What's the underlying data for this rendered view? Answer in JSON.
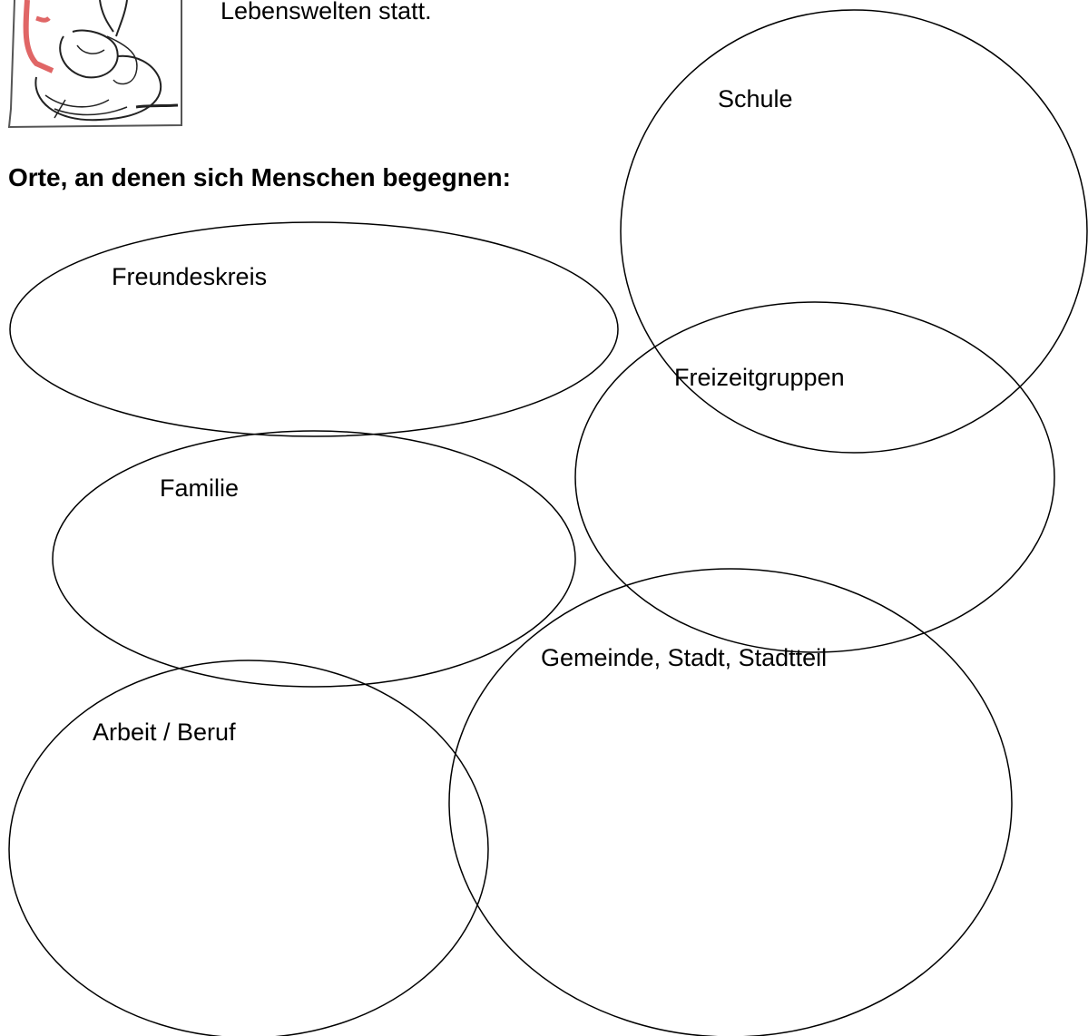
{
  "intro": {
    "text": "Lebenswelten statt."
  },
  "heading": "Orte, an denen sich Menschen begegnen:",
  "bubbles": [
    {
      "label": "Schule"
    },
    {
      "label": "Freundeskreis"
    },
    {
      "label": "Freizeitgruppen"
    },
    {
      "label": "Familie"
    },
    {
      "label": "Gemeinde, Stadt, Stadtteil"
    },
    {
      "label": "Arbeit / Beruf"
    }
  ],
  "colors": {
    "ink": "#000000",
    "accent": "#e06666"
  }
}
